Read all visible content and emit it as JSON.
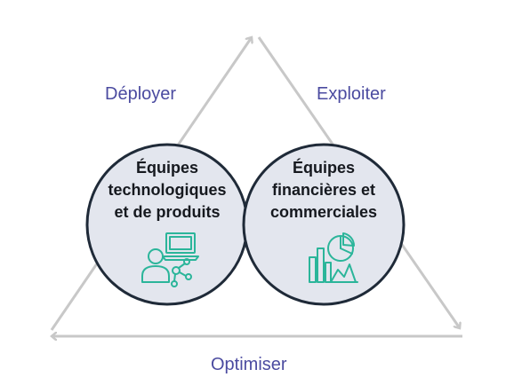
{
  "colors": {
    "arrow": "#c8c8c8",
    "circle_fill": "#e3e6ee",
    "circle_stroke": "#1f2a38",
    "label": "#4b4ba0",
    "icon": "#2bb59a"
  },
  "labels": {
    "deploy": "Déployer",
    "operate": "Exploiter",
    "optimize": "Optimiser"
  },
  "circles": {
    "tech": {
      "line1": "Équipes",
      "line2": "technologiques",
      "line3": "et de produits",
      "icon": "developer-laptop-network-icon"
    },
    "finance": {
      "line1": "Équipes",
      "line2": "financières et",
      "line3": "commerciales",
      "icon": "charts-analytics-icon"
    }
  }
}
